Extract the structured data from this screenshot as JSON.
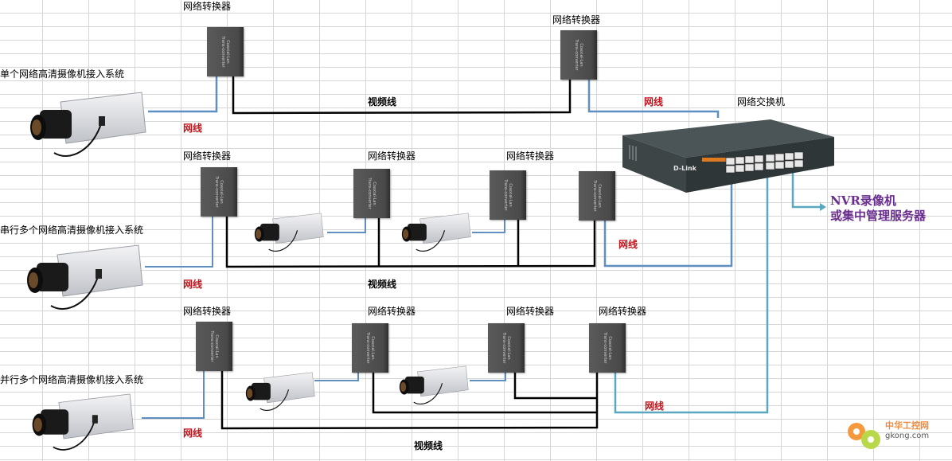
{
  "title": "网络高清摄像机接入系统示意图",
  "systems": [
    {
      "label": "单个网络高清摄像机接入系统"
    },
    {
      "label": "串行多个网络高清摄像机接入系统"
    },
    {
      "label": "并行多个网络高清摄像机接入系统"
    }
  ],
  "converter": {
    "label": "网络转换器",
    "device_text_line1": "Coaxial-Lan",
    "device_text_line2": "Trans-converter"
  },
  "cable_labels": {
    "network": "网线",
    "video": "视频线"
  },
  "switch": {
    "label": "网络交换机",
    "brand": "D-Link"
  },
  "nvr": {
    "line1": "NVR录像机",
    "line2": "或集中管理服务器"
  },
  "watermark": {
    "cn": "中华工控网",
    "en": "gkong.com"
  },
  "colors": {
    "network_cable": "#5f8fc0",
    "switch_cable": "#5aa8c0",
    "video_cable": "#000000",
    "network_label": "#c0141c",
    "nvr_label": "#6a2e8e",
    "converter_body": "#4f4f4f"
  }
}
